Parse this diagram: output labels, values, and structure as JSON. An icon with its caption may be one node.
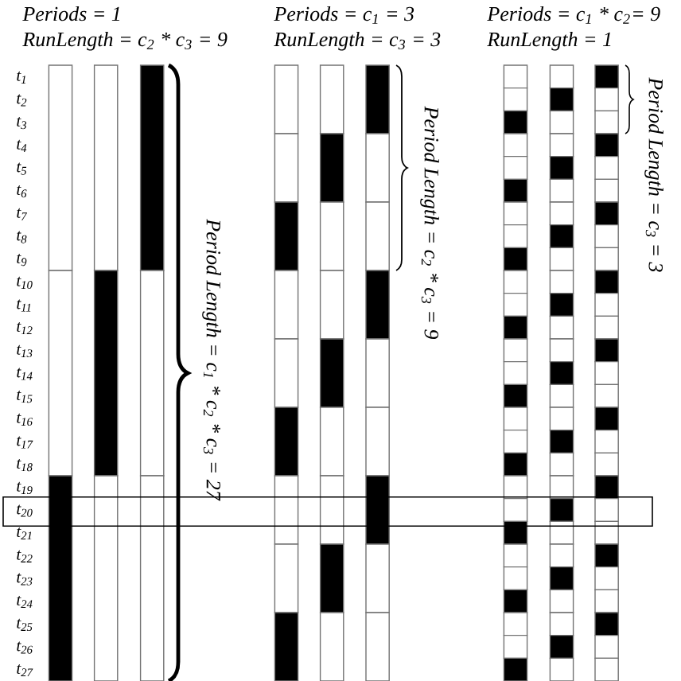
{
  "diagram": {
    "nodes": [
      {
        "text": [
          "t$_{20}$"
        ]
      }
    ],
    "labels": [
      "Periods = 1",
      "Periods = c$_{1}$ = 3",
      "Periods = c$_{1}$ * c$_{2}$= 9",
      "RunLength = c$_{2}$ * c$_{3}$ = 9",
      "RunLength = c$_{3}$ = 3",
      "RunLength = 1",
      "t$_{1}$",
      "t$_{2}$",
      "t$_{3}$",
      "t$_{4}$",
      "t$_{5}$",
      "t$_{6}$",
      "t$_{7}$",
      "t$_{8}$",
      "t$_{9}$",
      "t$_{10}$",
      "t$_{11}$",
      "t$_{12}$",
      "t$_{13}$",
      "t$_{14}$",
      "t$_{15}$",
      "t$_{16}$",
      "t$_{17}$",
      "t$_{18}$",
      "t$_{19}$",
      "t$_{21}$",
      "t$_{22}$",
      "t$_{23}$",
      "t$_{24}$",
      "t$_{25}$",
      "t$_{26}$",
      "t$_{27}$",
      "Period Length = c$_{1}$ * c$_{2}$ * c$_{3}$ = 27",
      "Period Length = c$_{2}$ * c$_{3}$ = 9",
      "Period Length = c$_{3}$ = 3"
    ]
  }
}
